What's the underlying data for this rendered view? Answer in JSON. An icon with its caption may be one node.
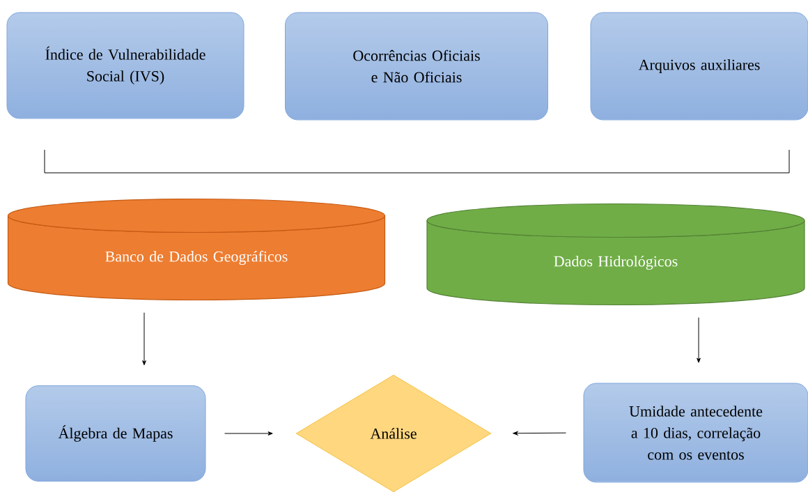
{
  "diagram": {
    "nodes": [
      {
        "text": [
          "Índice de Vulnerabilidade Social (IVS)"
        ]
      },
      {
        "text": [
          "Ocorrências Oficiais e Não Oficiais"
        ]
      },
      {
        "text": [
          "Arquivos auxiliares"
        ]
      },
      {
        "text": [
          "Banco de Dados Geográficos"
        ]
      },
      {
        "text": [
          "Dados Hidrológicos"
        ]
      },
      {
        "text": [
          "Álgebra de Mapas"
        ]
      },
      {
        "text": [
          "Análise"
        ]
      },
      {
        "text": [
          "Umidade antecedente a 10 dias, correlação com os eventos"
        ]
      }
    ],
    "edges": [
      {
        "from": 3,
        "to": 5,
        "arrow": "to"
      },
      {
        "from": 4,
        "to": 7,
        "arrow": "to"
      },
      {
        "from": 5,
        "to": 6,
        "arrow": "to"
      },
      {
        "from": 7,
        "to": 6,
        "arrow": "to"
      }
    ]
  }
}
